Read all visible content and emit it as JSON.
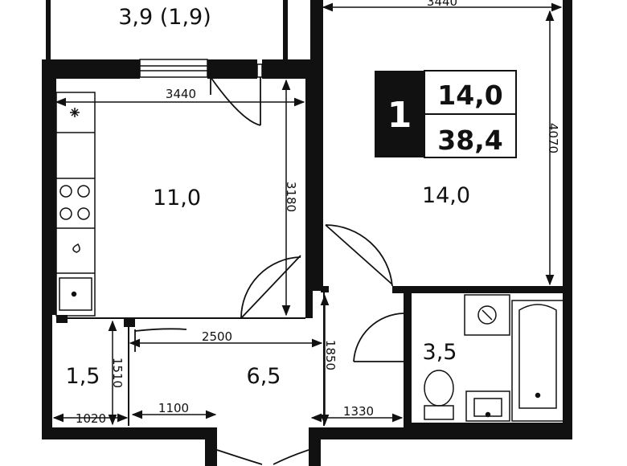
{
  "badge": {
    "rooms": "1",
    "living_area": "14,0",
    "total_area": "38,4"
  },
  "rooms": {
    "balcony": "3,9 (1,9)",
    "kitchen": "11,0",
    "living_room": "14,0",
    "bathroom": "3,5",
    "wardrobe": "1,5",
    "hallway": "6,5"
  },
  "dimensions": {
    "top_width": "3440",
    "kitchen_width": "3440",
    "living_height": "4070",
    "kitchen_height": "3180",
    "hall_width": "2500",
    "bath_passage": "1850",
    "wardrobe_depth": "1510",
    "wardrobe_width": "1020",
    "entry_left": "1100",
    "entry_right": "1330"
  },
  "colors": {
    "wall": "#111111",
    "line": "#111111",
    "background": "#ffffff"
  }
}
